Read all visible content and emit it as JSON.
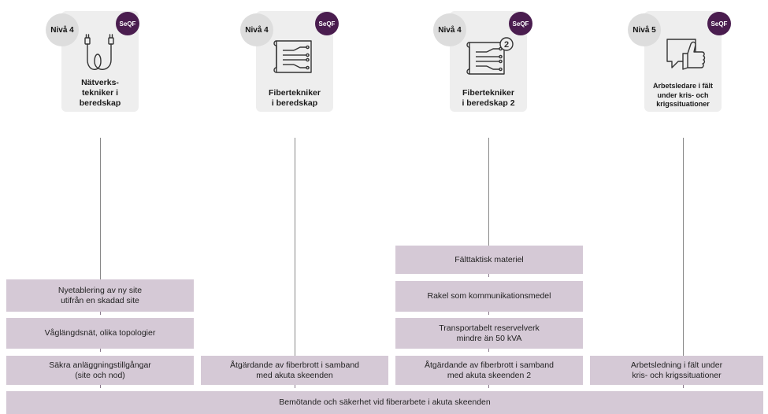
{
  "colors": {
    "card_bg": "#eeeeee",
    "level_badge": "#dddddd",
    "seqf_badge": "#4a1d4f",
    "box_fill": "#d5c9d6",
    "connector": "#888888"
  },
  "roles": [
    {
      "level": "Nivå 4",
      "badge": "SeQF",
      "icon": "ethernet-cable-icon",
      "title": "Nätverks-\ntekniker i\nberedskap"
    },
    {
      "level": "Nivå 4",
      "badge": "SeQF",
      "icon": "fiber-blueprint-icon",
      "title": "Fibertekniker\ni beredskap"
    },
    {
      "level": "Nivå 4",
      "badge": "SeQF",
      "icon": "fiber-blueprint-level-2-icon",
      "icon_number": "2",
      "title": "Fibertekniker\ni beredskap 2"
    },
    {
      "level": "Nivå 5",
      "badge": "SeQF",
      "icon": "thumbs-up-speech-bubble-icon",
      "title": "Arbetsledare i fält\nunder kris- och\nkrigssituationer"
    }
  ],
  "modules": {
    "col1": [
      "Nyetablering av ny site\nutifrån en skadad site",
      "Våglängdsnät, olika topologier",
      "Säkra anläggningstillgångar\n(site och nod)"
    ],
    "col2": [
      "Åtgärdande av fiberbrott i samband\nmed akuta skeenden"
    ],
    "col3": [
      "Fälttaktisk materiel",
      "Rakel som kommunikationsmedel",
      "Transportabelt reservelverk\nmindre än 50 kVA",
      "Åtgärdande av fiberbrott i samband\nmed akuta skeenden 2"
    ],
    "col4": [
      "Arbetsledning i fält under\nkris- och krigssituationer"
    ]
  },
  "foundation": "Bemötande och säkerhet vid fiberarbete i akuta skeenden"
}
